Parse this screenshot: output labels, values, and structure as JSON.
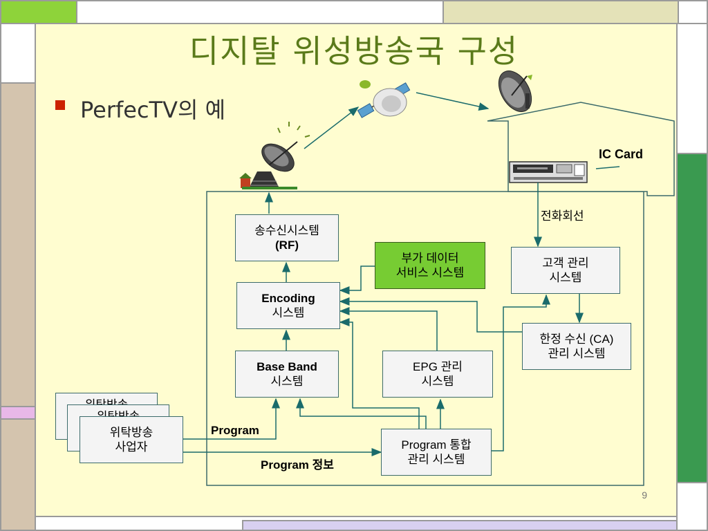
{
  "title": "디지탈 위성방송국 구성",
  "bullet": "PerfecTV의 예",
  "page_number": "9",
  "labels": {
    "ic_card": "IC Card",
    "phone_line": "전화회선",
    "program": "Program",
    "program_info": "Program 정보"
  },
  "boxes": {
    "rf": [
      "송수신시스템",
      "(RF)"
    ],
    "data_service": [
      "부가 데이터",
      "서비스 시스템"
    ],
    "customer": [
      "고객 관리",
      "시스템"
    ],
    "encoding": [
      "Encoding",
      "시스템"
    ],
    "ca": [
      "한정 수신 (CA)",
      "관리 시스템"
    ],
    "baseband": [
      "Base Band",
      "시스템"
    ],
    "epg": [
      "EPG 관리",
      "시스템"
    ],
    "program_mgmt": [
      "Program 통합",
      "관리 시스템"
    ],
    "broadcaster": [
      "위탁방송",
      "사업자"
    ],
    "broadcaster_back1": "위탁방송",
    "broadcaster_back2": "위탁방송"
  },
  "colors": {
    "title": "#5a7a1a",
    "slide_bg": "#fffdd0",
    "accent_green": "#77cc33",
    "arrow": "#1a6b6b",
    "bullet": "#cc2200"
  }
}
